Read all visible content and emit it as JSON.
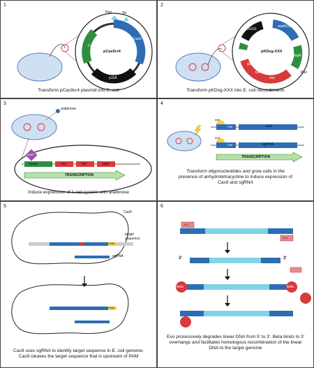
{
  "panels": {
    "p1": {
      "number": "1",
      "caption": "Transform pCas9cr4 plasmid into E. coli",
      "plasmid": "pCas9cr4",
      "seg_cas9": "Cas9",
      "seg_cmr": "CmR",
      "seg_p15a": "p15A",
      "promoter": "Ptet",
      "ter": "Ter"
    },
    "p2": {
      "number": "2",
      "caption": "Transform pKDsg-XXX into E. coli recombinants",
      "plasmid": "pKDsg-XXX",
      "seg_ori": "ori101",
      "seg_repa": "repA101ts",
      "seg_amp": "AmpR",
      "seg_bet": "bet",
      "seg_exo": "exo",
      "seg_gam": "gam",
      "promoter": "Ptet"
    },
    "p3": {
      "number": "3",
      "caption": "Induce expression of λ-red system with arabinose",
      "arabinose": "arabinose",
      "arac": "AraC",
      "promoter": "ParaB",
      "gene_exo": "exo",
      "gene_bet": "bet",
      "gene_gam": "gam",
      "transcription": "TRANSCRIPTION"
    },
    "p4": {
      "number": "4",
      "caption": "Transform oligonucleotides and grow cells in the presence of anhydrotetracycline to induce expression of Cas9 and sgRNA",
      "tetr": "tetR",
      "promoter": "Ptet",
      "gene_cas9": "cas9",
      "gene_sgrna": "sgRNA",
      "transcription": "TRANSCRIPTION"
    },
    "p5": {
      "number": "5",
      "caption": "Cas9 uses sgRNA to identify target sequence in E. coli genome. Cas9 cleaves the target sequence that is upstream of PAM",
      "cas9": "Cas9",
      "target": "target sequence",
      "sgrna": "sgRNA",
      "pam": "PAM"
    },
    "p6": {
      "number": "6",
      "caption": "Exo processively degrades linear DNA from 5' to 3'. Beta binds to 3' overhangs and facilitates homologous recombination of the linear DNA to the target genome",
      "exo": "exo",
      "beta": "beta",
      "three_prime": "3'"
    }
  },
  "colors": {
    "cell": "#cfe0f3",
    "cell_stroke": "#5a7fb5",
    "dna": "#2e6db4",
    "dna_light": "#7fd4e6",
    "red": "#d93a3a",
    "green": "#2f8f3e",
    "arrow": "#b6e0a6",
    "yellow": "#f2d33a",
    "purple": "#9b4fb2",
    "black": "#111111"
  }
}
